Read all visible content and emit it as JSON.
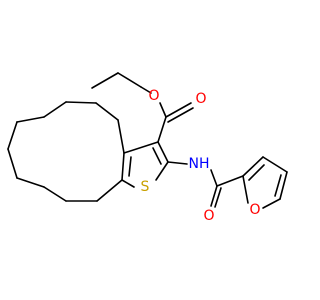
{
  "structure": {
    "atoms": [
      {
        "id": "O_ether",
        "symbol": "O",
        "color": "#ff0000"
      },
      {
        "id": "O_carbonyl_ester",
        "symbol": "O",
        "color": "#ff0000"
      },
      {
        "id": "N_amide",
        "symbol": "NH",
        "color": "#0000ff"
      },
      {
        "id": "S_thiophene",
        "symbol": "S",
        "color": "#c8a000"
      },
      {
        "id": "O_carbonyl_amide",
        "symbol": "O",
        "color": "#ff0000"
      },
      {
        "id": "O_furan",
        "symbol": "O",
        "color": "#ff0000"
      }
    ],
    "bond_color": "#000000"
  }
}
